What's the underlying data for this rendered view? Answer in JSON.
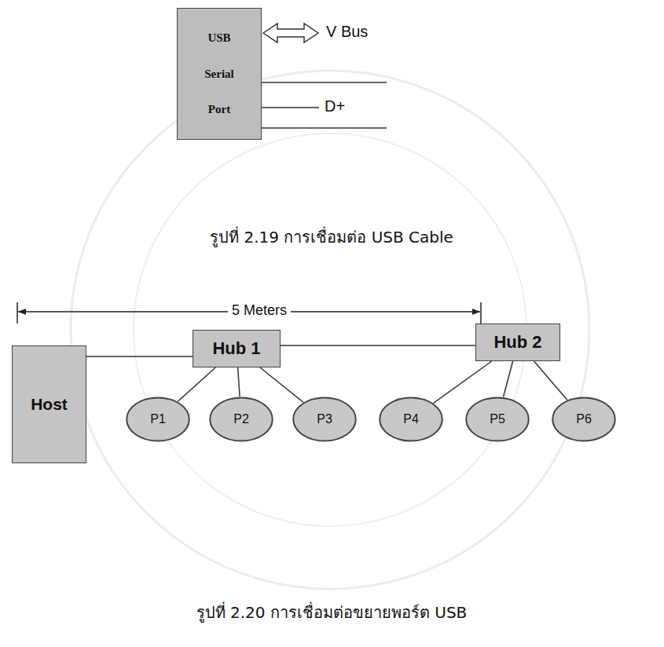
{
  "diagram": {
    "nodes": [
      {
        "text": [
          "USB",
          "Serial",
          "Port"
        ]
      },
      {
        "text": [
          "Host"
        ]
      },
      {
        "text": [
          "Hub 1"
        ]
      },
      {
        "text": [
          "Hub 2"
        ]
      },
      {
        "text": [
          "P1"
        ]
      },
      {
        "text": [
          "P2"
        ]
      },
      {
        "text": [
          "P3"
        ]
      },
      {
        "text": [
          "P4"
        ]
      },
      {
        "text": [
          "P5"
        ]
      },
      {
        "text": [
          "P6"
        ]
      }
    ],
    "edges": [
      {
        "from": 1,
        "to": 2,
        "arrow": "none"
      },
      {
        "from": 2,
        "to": 3,
        "arrow": "none"
      },
      {
        "from": 2,
        "to": 4,
        "arrow": "none"
      },
      {
        "from": 2,
        "to": 5,
        "arrow": "none"
      },
      {
        "from": 2,
        "to": 6,
        "arrow": "none"
      },
      {
        "from": 3,
        "to": 7,
        "arrow": "none"
      },
      {
        "from": 3,
        "to": 8,
        "arrow": "none"
      },
      {
        "from": 3,
        "to": 9,
        "arrow": "none"
      }
    ],
    "labels": [
      "V Bus",
      "D+",
      "รูปที่ 2.19 การเชื่อมต่อ  USB Cable",
      "5 Meters",
      "รูปที่ 2.20 การเชื่อมต่อขยายพอร์ต USB"
    ]
  }
}
